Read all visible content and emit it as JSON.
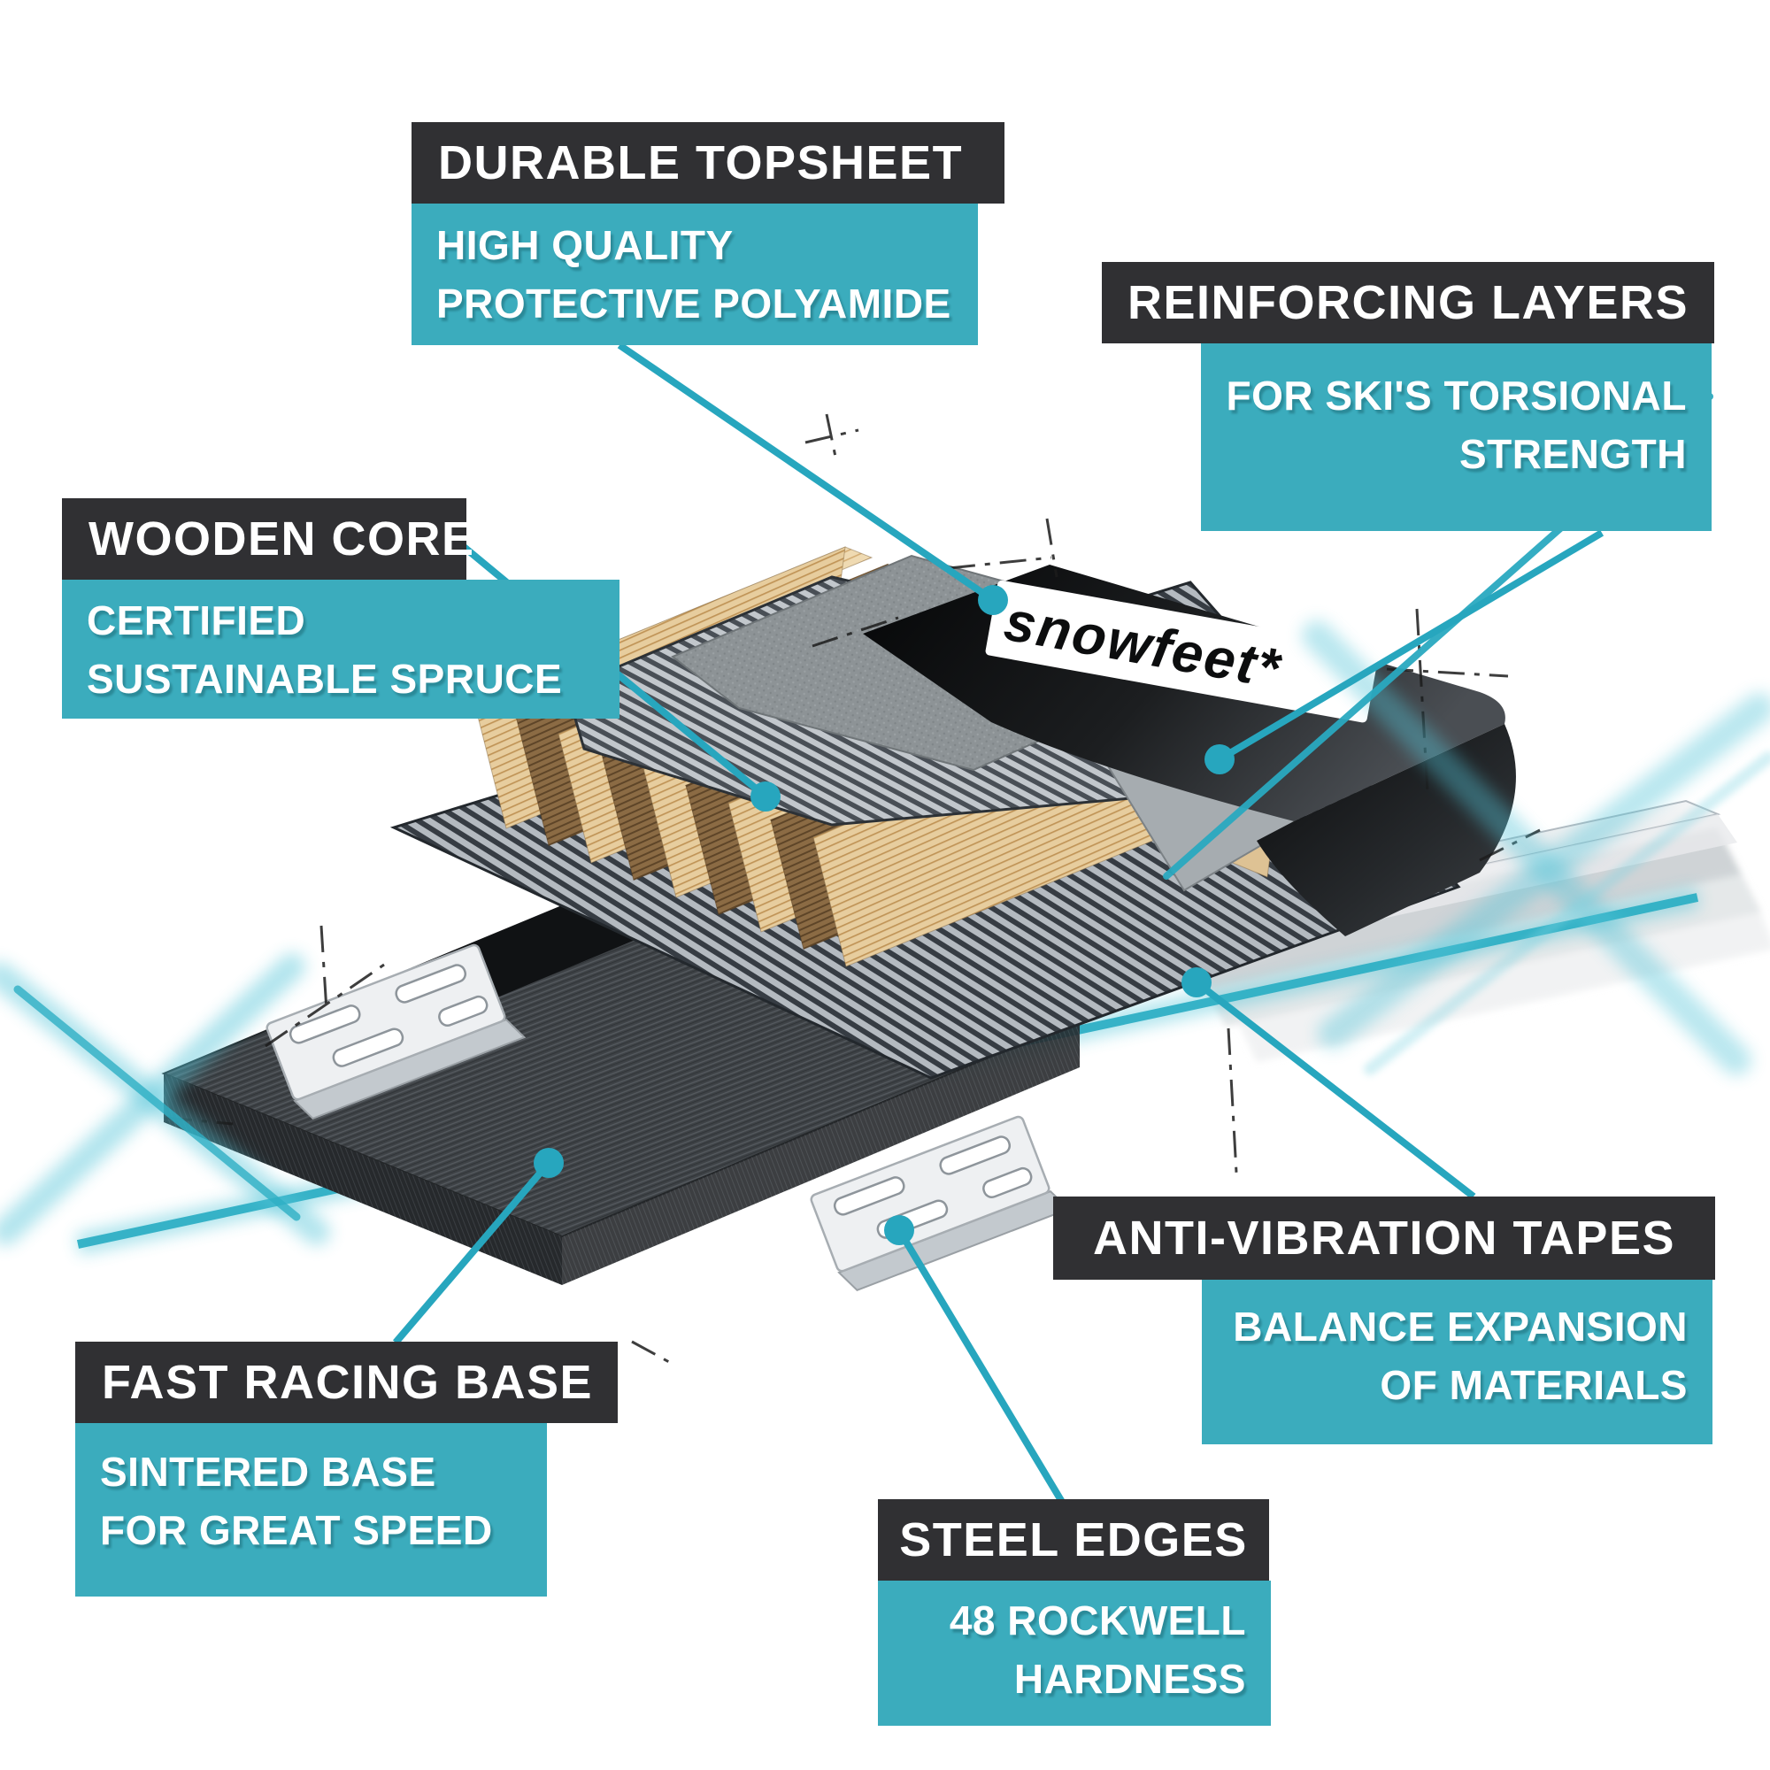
{
  "brand": "snowfeet*",
  "colors": {
    "accent_teal": "#3BACBD",
    "label_dark": "#303033",
    "connector": "#2BA9C0",
    "wood_light": "#EDD7AE",
    "wood_dark": "#8B6B45",
    "base_dark": "#3E4246",
    "topsheet_black": "#0B0C0D"
  },
  "labels": {
    "durable_topsheet": {
      "title": "DURABLE TOPSHEET",
      "line1": "HIGH QUALITY",
      "line2": "PROTECTIVE POLYAMIDE"
    },
    "reinforcing_layers": {
      "title": "REINFORCING LAYERS",
      "line1": "FOR SKI'S TORSIONAL",
      "line2": "STRENGTH"
    },
    "wooden_core": {
      "title": "WOODEN CORE",
      "line1": "CERTIFIED",
      "line2": "SUSTAINABLE SPRUCE"
    },
    "anti_vibration": {
      "title": "ANTI-VIBRATION TAPES",
      "line1": "BALANCE EXPANSION",
      "line2": "OF MATERIALS"
    },
    "fast_base": {
      "title": "FAST RACING BASE",
      "line1": "SINTERED BASE",
      "line2": "FOR GREAT SPEED"
    },
    "steel_edges": {
      "title": "STEEL EDGES",
      "line1": "48 ROCKWELL",
      "line2": "HARDNESS"
    }
  }
}
